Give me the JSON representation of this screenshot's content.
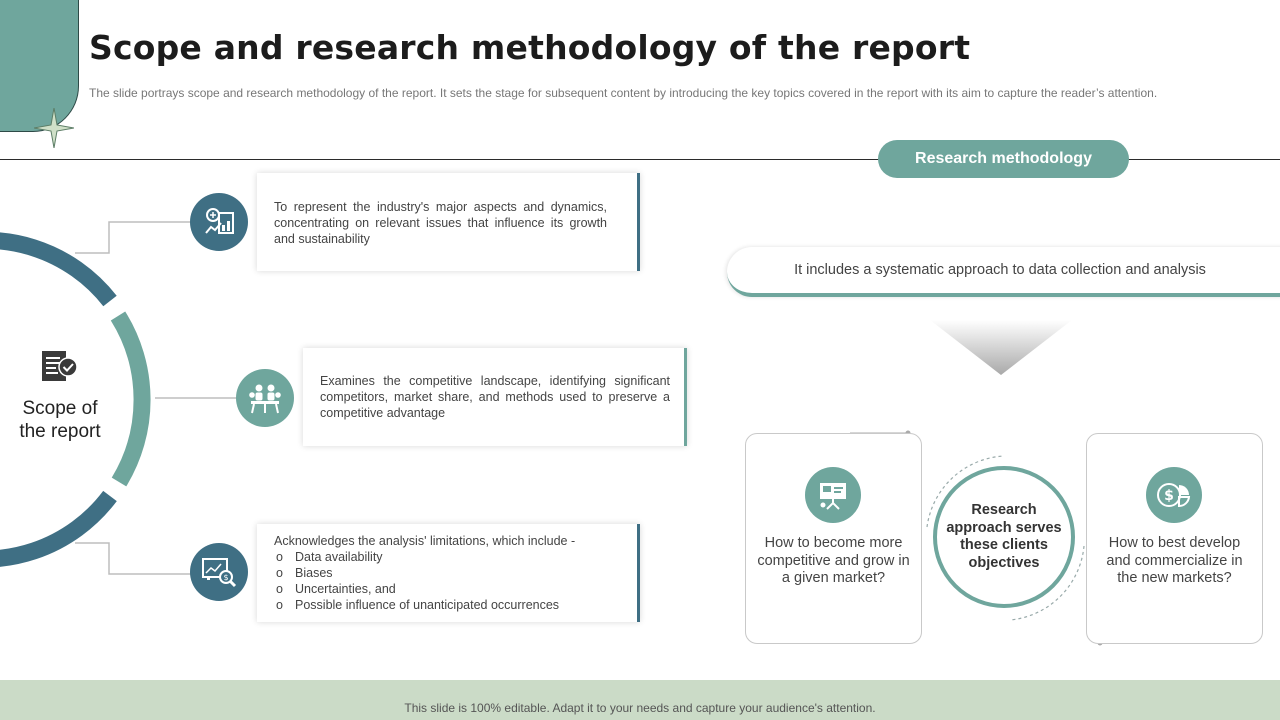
{
  "header": {
    "title": "Scope and research methodology of the report",
    "subtitle": "The slide portrays scope and research methodology of the report. It sets the stage for subsequent content by introducing the key topics covered in the report with its aim to capture the reader’s attention."
  },
  "scope": {
    "label_line1": "Scope of",
    "label_line2": "the report",
    "items": [
      {
        "text": "To represent the industry's major aspects and dynamics, concentrating on relevant issues that influence its growth and sustainability",
        "icon": "growth-chart-icon"
      },
      {
        "text": "Examines the competitive landscape, identifying significant competitors, market share, and methods used to preserve a competitive advantage",
        "icon": "team-presentation-icon"
      },
      {
        "intro": "Acknowledges the analysis' limitations, which include -",
        "bullet_symbol": "o",
        "bullets": [
          "Data availability",
          "Biases",
          "Uncertainties, and",
          "Possible influence of unanticipated occurrences"
        ],
        "icon": "chart-magnifier-icon"
      }
    ]
  },
  "methodology": {
    "pill_label": "Research methodology",
    "banner_text": "It includes a systematic approach to data collection and analysis",
    "center_text": "Research approach serves these clients objectives",
    "left_question": "How to become more competitive and grow in a given market?",
    "right_question": "How to best develop and commercialize in the new markets?"
  },
  "footer": {
    "text": "This slide is 100% editable. Adapt it to your needs and capture your audience's attention."
  },
  "colors": {
    "teal": "#6fa69d",
    "dark_blue": "#3f6f84",
    "footer_bg": "#cbdbc7"
  }
}
